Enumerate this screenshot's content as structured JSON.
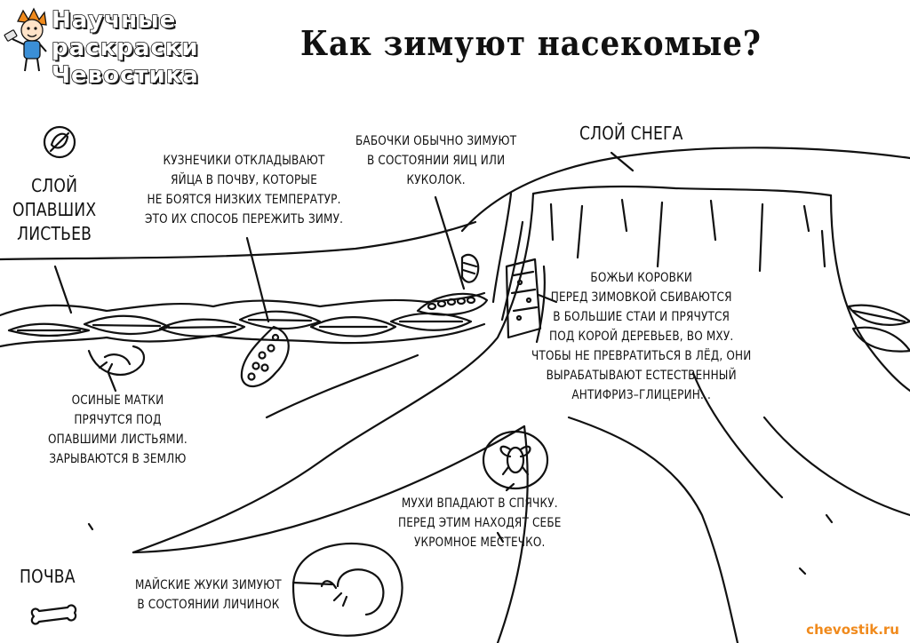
{
  "logo": {
    "line1": "Научные",
    "line2": "раскраски",
    "line3": "Чевостика"
  },
  "title": "Как зимуют насекомые?",
  "labels": {
    "leaves": [
      "СЛОЙ",
      "ОПАВШИХ",
      "ЛИСТЬЕВ"
    ],
    "grasshoppers": [
      "КУЗНЕЧИКИ ОТКЛАДЫВАЮТ",
      "ЯЙЦА В ПОЧВУ, КОТОРЫЕ",
      "НЕ БОЯТСЯ НИЗКИХ ТЕМПЕРАТУР.",
      "ЭТО ИХ СПОСОБ ПЕРЕЖИТЬ ЗИМУ."
    ],
    "butterflies": [
      "БАБОЧКИ ОБЫЧНО ЗИМУЮТ",
      "В СОСТОЯНИИ ЯИЦ ИЛИ",
      "КУКОЛОК."
    ],
    "snow": "СЛОЙ СНЕГА",
    "ladybugs": [
      "БОЖЬИ КОРОВКИ",
      "ПЕРЕД ЗИМОВКОЙ СБИВАЮТСЯ",
      "В БОЛЬШИЕ СТАИ И ПРЯЧУТСЯ",
      "ПОД КОРОЙ ДЕРЕВЬЕВ, ВО МХУ.",
      "ЧТОБЫ НЕ ПРЕВРАТИТЬСЯ В ЛЁД, ОНИ",
      "ВЫРАБАТЫВАЮТ ЕСТЕСТВЕННЫЙ",
      "АНТИФРИЗ–ГЛИЦЕРИН. ."
    ],
    "wasps": [
      "ОСИНЫЕ МАТКИ",
      "ПРЯЧУТСЯ ПОД",
      "ОПАВШИМИ ЛИСТЬЯМИ.",
      "ЗАРЫВАЮТСЯ В ЗЕМЛЮ"
    ],
    "flies": [
      "МУХИ ВПАДАЮТ В СПЯЧКУ.",
      "ПЕРЕД ЭТИМ НАХОДЯТ СЕБЕ",
      "УКРОМНОЕ МЕСТЕЧКО."
    ],
    "beetles": [
      "МАЙСКИЕ ЖУКИ ЗИМУЮТ",
      "В СОСТОЯНИИ ЛИЧИНОК"
    ],
    "soil": "ПОЧВА"
  },
  "site": "chevostik.ru",
  "colors": {
    "ink": "#111111",
    "site": "#f08a1c",
    "mascot_hair": "#f08a1c",
    "mascot_shirt": "#3b8fd6",
    "logo_fill": "#ffffff"
  },
  "icons": {
    "mascot": "chevostik-mascot-icon",
    "no_leaf": "crossed-leaf-icon"
  }
}
